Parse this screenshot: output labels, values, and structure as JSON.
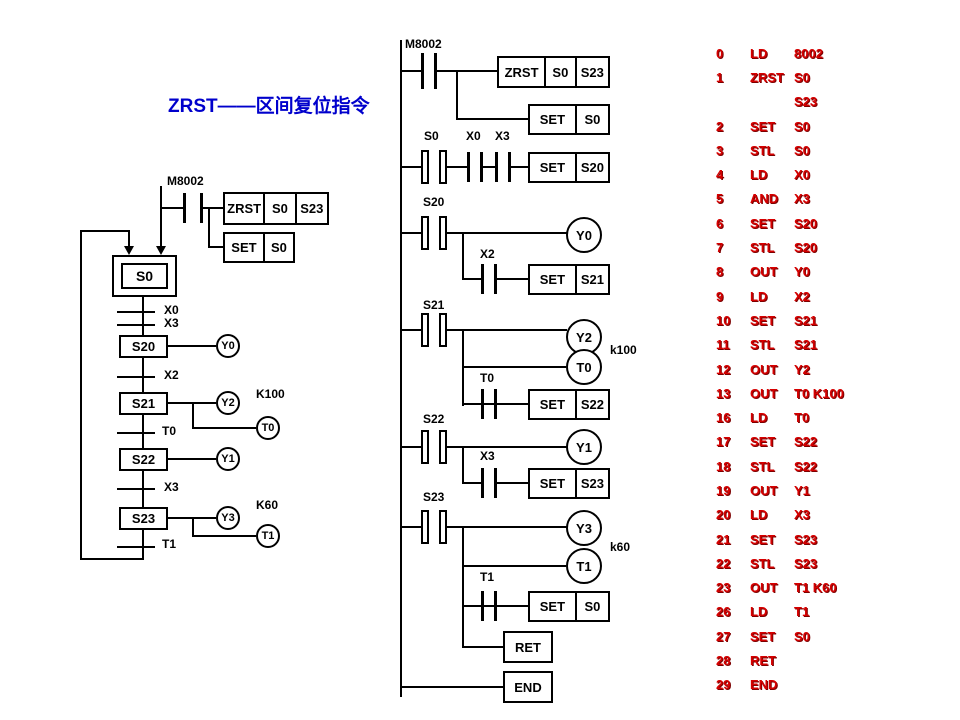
{
  "title": {
    "text": "ZRST——区间复位指令"
  },
  "colors": {
    "title_blue": "#0000cc",
    "il_red": "#d60000",
    "line_black": "#000000"
  },
  "sfc": {
    "trigger": "M8002",
    "zrst": {
      "op": "ZRST",
      "from": "S0",
      "to": "S23"
    },
    "set0": {
      "op": "SET",
      "arg": "S0"
    },
    "initial_step": "S0",
    "trans": {
      "t1": "X0",
      "t2": "X3",
      "t3": "X2",
      "t4": "T0",
      "t5": "X3",
      "t6": "T1"
    },
    "steps": {
      "s20": "S20",
      "s21": "S21",
      "s22": "S22",
      "s23": "S23"
    },
    "outs": {
      "y0": "Y0",
      "y2": "Y2",
      "y1": "Y1",
      "y3": "Y3"
    },
    "timers": {
      "k100": "K100",
      "t0": "T0",
      "k60": "K60",
      "t1": "T1"
    }
  },
  "ladder": {
    "trigger": "M8002",
    "zrst": {
      "op": "ZRST",
      "from": "S0",
      "to": "S23"
    },
    "set_s0": {
      "op": "SET",
      "arg": "S0"
    },
    "stl_s0": "S0",
    "x0": "X0",
    "x3a": "X3",
    "set_s20": {
      "op": "SET",
      "arg": "S20"
    },
    "stl_s20": "S20",
    "y0": "Y0",
    "x2": "X2",
    "set_s21": {
      "op": "SET",
      "arg": "S21"
    },
    "stl_s21": "S21",
    "y2": "Y2",
    "k100": "k100",
    "t0_coil": "T0",
    "t0": "T0",
    "set_s22": {
      "op": "SET",
      "arg": "S22"
    },
    "stl_s22": "S22",
    "y1": "Y1",
    "x3b": "X3",
    "set_s23": {
      "op": "SET",
      "arg": "S23"
    },
    "stl_s23": "S23",
    "y3": "Y3",
    "k60": "k60",
    "t1_coil": "T1",
    "t1": "T1",
    "set_s0b": {
      "op": "SET",
      "arg": "S0"
    },
    "ret": "RET",
    "end": "END"
  },
  "il": {
    "rows": [
      {
        "n": "0",
        "op": "LD",
        "arg": "8002"
      },
      {
        "n": "1",
        "op": "ZRST",
        "arg": "S0"
      },
      {
        "n": "",
        "op": "",
        "arg": "S23"
      },
      {
        "n": "2",
        "op": "SET",
        "arg": "S0"
      },
      {
        "n": "3",
        "op": "STL",
        "arg": "S0"
      },
      {
        "n": "4",
        "op": "LD",
        "arg": "X0"
      },
      {
        "n": "5",
        "op": "AND",
        "arg": "X3"
      },
      {
        "n": "6",
        "op": "SET",
        "arg": "S20"
      },
      {
        "n": "7",
        "op": "STL",
        "arg": "S20"
      },
      {
        "n": "8",
        "op": "OUT",
        "arg": "Y0"
      },
      {
        "n": "9",
        "op": "LD",
        "arg": "X2"
      },
      {
        "n": "10",
        "op": "SET",
        "arg": "S21"
      },
      {
        "n": "11",
        "op": "STL",
        "arg": "S21"
      },
      {
        "n": "12",
        "op": "OUT",
        "arg": "Y2"
      },
      {
        "n": "13",
        "op": "OUT",
        "arg": "T0 K100"
      },
      {
        "n": "16",
        "op": "LD",
        "arg": "T0"
      },
      {
        "n": "17",
        "op": "SET",
        "arg": "S22"
      },
      {
        "n": "18",
        "op": "STL",
        "arg": "S22"
      },
      {
        "n": "19",
        "op": "OUT",
        "arg": "Y1"
      },
      {
        "n": "20",
        "op": "LD",
        "arg": "X3"
      },
      {
        "n": "21",
        "op": "SET",
        "arg": "S23"
      },
      {
        "n": "22",
        "op": "STL",
        "arg": "S23"
      },
      {
        "n": "23",
        "op": "OUT",
        "arg": "T1 K60"
      },
      {
        "n": "26",
        "op": "LD",
        "arg": "T1"
      },
      {
        "n": "27",
        "op": "SET",
        "arg": "S0"
      },
      {
        "n": "28",
        "op": "RET",
        "arg": ""
      },
      {
        "n": "29",
        "op": "END",
        "arg": ""
      }
    ]
  }
}
